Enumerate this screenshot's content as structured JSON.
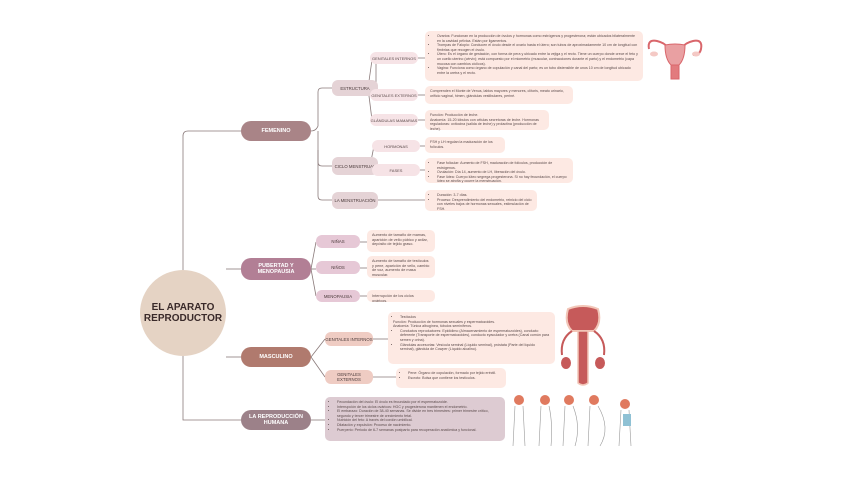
{
  "root": {
    "label": "EL APARATO REPRODUCTOR"
  },
  "branches": {
    "femenino": {
      "label": "FEMENINO",
      "estructura": {
        "label": "ESTRUCTURA",
        "internos": {
          "label": "GENITALES INTERNOS",
          "items": [
            "Ovarios: Funcionan en la producción de óvulos y hormonas como estrógenos y progesterona; están ubicados bilateralmente en la cavidad pélvica. Están por ligamentos.",
            "Trompas de Falopio: Conducen el óvulo desde el ovario hasta el útero; son tubos de aproximadamente 10 cm de longitud con fimbrias que recogen el óvulo.",
            "Útero: Es el órgano de gestación, con forma de pera y ubicado entre la vejiga y el recto. Tiene un cuerpo donde crece el feto y un cuello uterino (cérvix); está compuesto por el miometrio (muscular, contracciones durante el parto) y el endometrio (capa mucosa con cambios cíclicos).",
            "Vagina: Funciona como órgano de copulación y canal del parto; es un tubo distensible de unos 10 cm de longitud ubicado entre la uretra y el recto."
          ]
        },
        "externos": {
          "label": "GENITALES EXTERNOS",
          "text": "Comprenden el Monte de Venus, labios mayores y menores, clítoris, meato urinario, orificio vaginal, himen, glándulas vestibulares, periné."
        },
        "mamarias": {
          "label": "GLÁNDULAS MAMARIAS",
          "lines": [
            "Función: Producción de leche.",
            "Anatomía: 15-20 lóbulos con células secretoras de leche. Hormonas reguladoras: oxitocina (salida de leche) y prolactina (producción de leche)."
          ]
        }
      },
      "ciclo": {
        "label": "CICLO MENSTRUAL",
        "hormonas": {
          "label": "HORMONAS",
          "text": "FSH y LH regulan la maduración de los folículos."
        },
        "fases": {
          "label": "FASES",
          "items": [
            "Fase folicular: Aumento de FSH, maduración de folículos, producción de estrógenos.",
            "Ovulación: Día 14, aumento de LH, liberación del óvulo.",
            "Fase lútea: Cuerpo lúteo segrega progesterona. Si no hay fecundación, el cuerpo lúteo se atrofia y ocurre la menstruación."
          ]
        }
      },
      "menstruacion": {
        "label": "LA MENSTRUACIÓN",
        "items": [
          "Duración: 3-7 días.",
          "Proceso: Desprendimiento del endometrio, reinicio del ciclo con niveles bajos de hormonas sexuales, estimulación de FSH."
        ]
      }
    },
    "pubertad": {
      "label": "PUBERTAD Y MENOPAUSIA",
      "ninas": {
        "label": "NIÑAS",
        "text": "Aumento de tamaño de mamas, aparición de vello púbico y axilar, depósito de tejido graso."
      },
      "ninos": {
        "label": "NIÑOS",
        "text": "Aumento de tamaño de testículos y pene, aparición de vello, cambio de voz, aumento de masa muscular."
      },
      "menopausia": {
        "label": "MENOPAUSIA",
        "text": "Interrupción de los ciclos ováricos."
      }
    },
    "masculino": {
      "label": "MASCULINO",
      "internos": {
        "label": "GENITALES INTERNOS",
        "lines": [
          {
            "bullet": true,
            "text": "Testículos"
          },
          {
            "bullet": false,
            "text": "Función: Producción de hormonas sexuales y espermatozoides."
          },
          {
            "bullet": false,
            "text": "Anatomía: Túnica albugínea, túbulos seminíferos."
          },
          {
            "bullet": true,
            "text": "Conductos reproductores: Epidídimo (Almacenamiento de espermatozoides), conducto deferente (Transporte de espermatozoides), conducto eyaculador y uretra (Canal común para semen y orina)."
          },
          {
            "bullet": true,
            "text": "Glándulas accesorias: Vesícula seminal (Líquido seminal), próstata (Parte del líquido seminal), glándula de Cowper (Líquido alcalino)."
          }
        ]
      },
      "externos": {
        "label": "GENITALES EXTERNOS",
        "items": [
          "Pene: Órgano de copulación, formado por tejido eréctil.",
          "Escroto: Bolsa que contiene los testículos."
        ]
      }
    },
    "reproduccion": {
      "label": "LA REPRODUCCIÓN HUMANA",
      "items": [
        "Fecundación del óvulo: El óvulo es fecundado por el espermatozoide.",
        "Interrupción de los ciclos ováricos: HGC y progesterona mantienen el endometrio.",
        "El embarazo: Duración de 38-40 semanas. Se divide en tres trimestres: primer trimestre crítico, segundo y tercer trimestre de crecimiento fetal.",
        "Nutrición del feto: A través del cordón umbilical.",
        "Dilatación y expulsión: Proceso de nacimiento.",
        "Puerperio: Periodo de 6-7 semanas postparto para recuperación anatómica y funcional."
      ]
    }
  },
  "illustrations": {
    "female": "female-reproductive-organs-illustration",
    "male": "male-reproductive-organs-illustration",
    "pregnancy": "pregnancy-stages-illustration"
  },
  "colors": {
    "line": "#8a7a7a",
    "female_main": "#a98487",
    "puberty_main": "#b27f95",
    "male_main": "#b07a6e",
    "repro_main": "#9c8189",
    "box": "#fde9e3",
    "organ_red": "#d9666b"
  }
}
